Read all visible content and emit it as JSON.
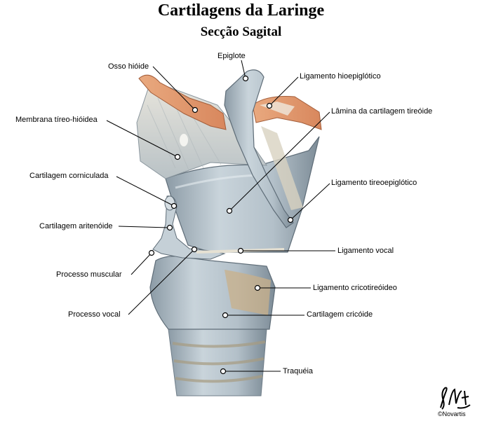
{
  "header": {
    "title": "Cartilagens da Laringe",
    "subtitle": "Secção Sagital"
  },
  "labels": {
    "epiglote": "Epiglote",
    "osso_hioide": "Osso hióide",
    "ligamento_hioepiglotico": "Ligamento hioepiglótico",
    "membrana_tireo_hioidea": "Membrana tíreo-hióidea",
    "lamina_cartilagem_tireoide": "Lâmina da cartilagem tireóide",
    "cartilagem_corniculada": "Cartilagem corniculada",
    "ligamento_tireoepiglotico": "Ligamento tireoepiglótico",
    "cartilagem_aritenoide": "Cartilagem aritenóide",
    "ligamento_vocal": "Ligamento vocal",
    "processo_muscular": "Processo muscular",
    "ligamento_cricotireoideo": "Ligamento cricotireóideo",
    "processo_vocal": "Processo vocal",
    "cartilagem_cricoide": "Cartilagem cricóide",
    "traqueia": "Traquéia"
  },
  "footer": {
    "copyright": "©Novartis"
  },
  "colors": {
    "cartilage": "#b9c6cf",
    "cartilage_light": "#d4dde3",
    "cartilage_dark": "#7f8e99",
    "bone": "#e4a07c",
    "ligament": "#c7b79a",
    "leader": "#000000"
  }
}
